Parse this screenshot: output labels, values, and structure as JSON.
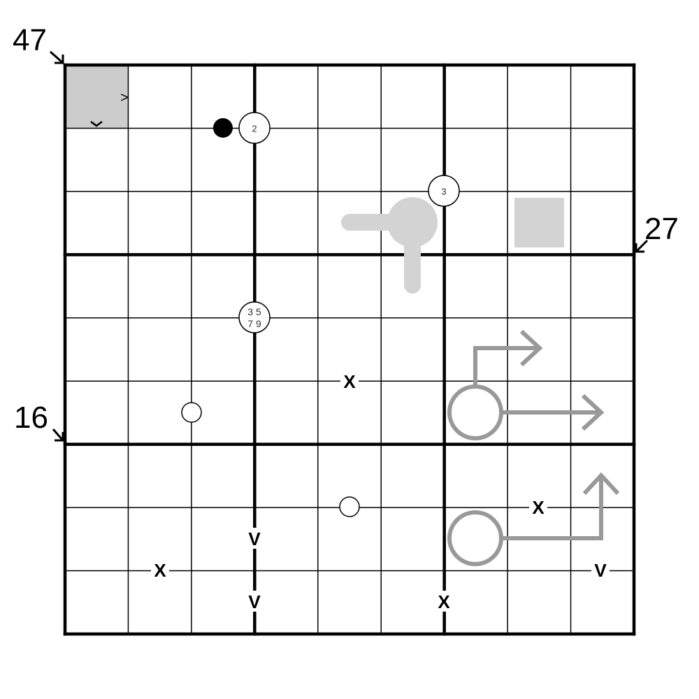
{
  "puzzle": {
    "outside_clues": [
      "47",
      "27",
      "16"
    ],
    "circle_clues": [
      "2",
      "3",
      "3 5",
      "7 9"
    ],
    "x_marks": [
      "X",
      "X",
      "X",
      "X"
    ],
    "v_marks": [
      "V",
      "V",
      "V"
    ],
    "inequalities": [
      ">",
      "v"
    ]
  },
  "colors": {
    "shade": "#cccccc",
    "gray_shape": "#d3d3d3",
    "arrow": "#999999"
  }
}
